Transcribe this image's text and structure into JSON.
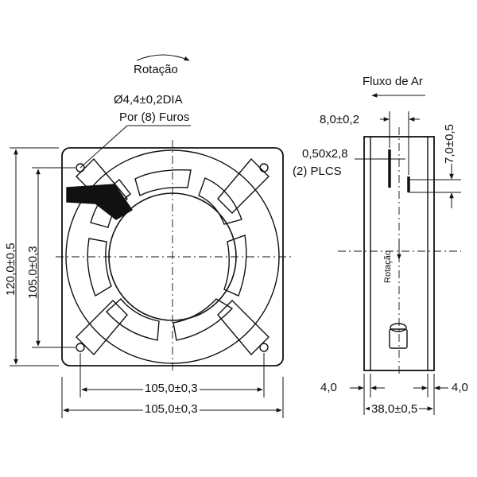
{
  "front_view": {
    "rotation_label": "Rotação",
    "hole_spec_line1": "Ø4,4±0,2DIA",
    "hole_spec_line2": "Por (8) Furos",
    "height_outer": "120,0±0,5",
    "height_hole_spacing": "105,0±0,3",
    "width_hole_spacing": "105,0±0,3",
    "width_outer": "105,0±0,3"
  },
  "side_view": {
    "airflow_label": "Fluxo de Ar",
    "terminal_offset": "8,0±0,2",
    "terminal_height": "7,0±0,5",
    "terminal_size_line1": "0,50x2,8",
    "terminal_size_line2": "(2) PLCS",
    "rotation_label": "Rotação",
    "flange_left": "4,0",
    "flange_right": "4,0",
    "depth": "38,0±0,5"
  },
  "colors": {
    "line": "#111111",
    "background": "#ffffff"
  }
}
